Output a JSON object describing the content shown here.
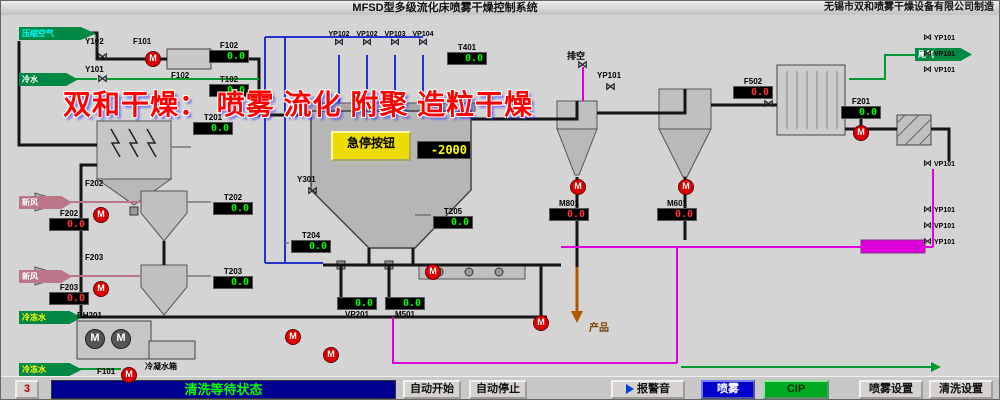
{
  "title_bar": {
    "title": "MFSD型多级流化床喷雾干燥控制系统",
    "company": "无锡市双和喷雾干燥设备有限公司制造"
  },
  "watermark": "双和干燥： 喷雾 流化 附聚 造粒干燥",
  "emergency_stop_label": "急停按钮",
  "pump_label": "M",
  "valve_icon": "⋈",
  "inlets": {
    "compressed_air": "压缩空气",
    "cold_water": "冷水",
    "fresh_air_1": "新风",
    "fresh_air_2": "新风",
    "chilled_water_1": "冷冻水",
    "chilled_water_2": "冷冻水"
  },
  "outlets": {
    "vent": "排空",
    "exhaust": "尾气",
    "product": "产品"
  },
  "equipment_labels": {
    "y102": "Y102",
    "f101": "F101",
    "f102": "F102",
    "y101": "Y101",
    "f202": "F202",
    "f203": "F203",
    "y301": "Y301",
    "yp101_mid": "YP101",
    "bh201": "BH201",
    "condensate_tank": "冷凝水箱",
    "f101b": "F101"
  },
  "top_valves": [
    "YP102",
    "VP102",
    "VP103",
    "VP104"
  ],
  "right_valves": [
    "YP101",
    "VP101",
    "VP101",
    "VP101",
    "YP101",
    "VP101",
    "YP101"
  ],
  "displays": [
    {
      "label": "F102",
      "value": "0.0",
      "color": "#00ff00"
    },
    {
      "label": "T102",
      "value": "0.0",
      "color": "#00ff00"
    },
    {
      "label": "T201",
      "value": "0.0",
      "color": "#00ff00"
    },
    {
      "label": "F202",
      "value": "0.0",
      "color": "#ff3535"
    },
    {
      "label": "T202",
      "value": "0.0",
      "color": "#00ff00"
    },
    {
      "label": "F203",
      "value": "0.0",
      "color": "#ff3535"
    },
    {
      "label": "T203",
      "value": "0.0",
      "color": "#00ff00"
    },
    {
      "label": "T204",
      "value": "0.0",
      "color": "#00ff00"
    },
    {
      "label": "T205",
      "value": "0.0",
      "color": "#00ff00"
    },
    {
      "label": "T401",
      "value": "0.0",
      "color": "#00ff00"
    },
    {
      "label": "",
      "value": "-2000",
      "color": "#ffff00"
    },
    {
      "label": "VP201",
      "value": "0.0",
      "color": "#00ff00"
    },
    {
      "label": "M501",
      "value": "0.0",
      "color": "#00ff00"
    },
    {
      "label": "M801",
      "value": "0.0",
      "color": "#ff3535"
    },
    {
      "label": "M601",
      "value": "0.0",
      "color": "#ff3535"
    },
    {
      "label": "F201",
      "value": "0.0",
      "color": "#00ff00"
    },
    {
      "label": "F502",
      "value": "0.0",
      "color": "#ff3535"
    }
  ],
  "status_bar": {
    "counter": "3",
    "message": "清洗等待状态"
  },
  "buttons": {
    "auto_start": "自动开始",
    "auto_stop": "自动停止",
    "mute_alarm": "报警音",
    "spray": "喷雾",
    "cip": "CIP",
    "spray_settings": "喷雾设置",
    "clean_settings": "清洗设置"
  },
  "colors": {
    "status_bg": "#000090",
    "status_text": "#00ff00",
    "spray_button": "#0000cc",
    "cip_button": "#00aa22",
    "display_bg": "#000000",
    "alarm_red": "#dd0000",
    "pipe_magenta": "#dd00dd",
    "pipe_blue": "#2233cc",
    "pipe_green": "#009933"
  }
}
